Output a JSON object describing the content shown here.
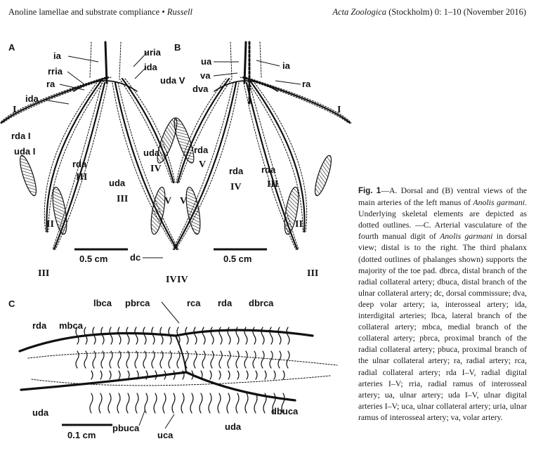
{
  "header": {
    "running_title": "Anoline lamellae and substrate compliance",
    "author": "Russell",
    "journal": "Acta Zoologica",
    "citation": "(Stockholm) 0: 1–10 (November 2016)"
  },
  "figure": {
    "panel_letters": [
      "A",
      "B",
      "C"
    ],
    "panel_a_labels": [
      "ia",
      "rria",
      "ra",
      "ida",
      "I",
      "rda I",
      "uda I",
      "rda",
      "III",
      "uda",
      "III",
      "uria",
      "ida",
      "uda V",
      "uda",
      "IV",
      "V",
      "II",
      "III",
      "IV"
    ],
    "panel_a_scale": "0.5 cm",
    "panel_b_labels": [
      "ua",
      "va",
      "dva",
      "ia",
      "ra",
      "I",
      "rda",
      "V",
      "rda",
      "IV",
      "rda",
      "III",
      "V",
      "II",
      "III",
      "IV"
    ],
    "panel_b_scale": "0.5 cm",
    "dc_label": "dc",
    "panel_c_labels": [
      "lbca",
      "pbrca",
      "rca",
      "rda",
      "dbrca",
      "rda",
      "mbca",
      "uda",
      "pbuca",
      "uca",
      "uda",
      "dbuca"
    ],
    "panel_c_scale": "0.1 cm"
  },
  "caption": {
    "fig_label": "Fig. 1",
    "text_a": "—A. Dorsal and (B) ventral views of the main arteries of the left manus of",
    "species": "Anolis garmani",
    "text_b": ". Underlying skeletal elements are depicted as dotted outlines. —C. Arterial vasculature of the fourth manual digit of",
    "species2": "Anolis garmani",
    "text_c": "in dorsal view; distal is to the right. The third phalanx (dotted outlines of phalanges shown) supports the majority of the toe pad. dbrca, distal branch of the radial collateral artery; dbuca, distal branch of the ulnar collateral artery; dc, dorsal commissure; dva, deep volar artery; ia, interosseal artery; ida, interdigital arteries; lbca, lateral branch of the collateral artery; mbca, medial branch of the collateral artery; pbrca, proximal branch of the radial collateral artery; pbuca, proximal branch of the ulnar collateral artery; ra, radial artery; rca, radial collateral artery; rda I–V, radial digital arteries I–V; rria, radial ramus of interosseal artery; ua, ulnar artery; uda I–V, ulnar digital arteries I–V; uca, ulnar collateral artery; uria, ulnar ramus of interosseal artery; va, volar artery."
  }
}
